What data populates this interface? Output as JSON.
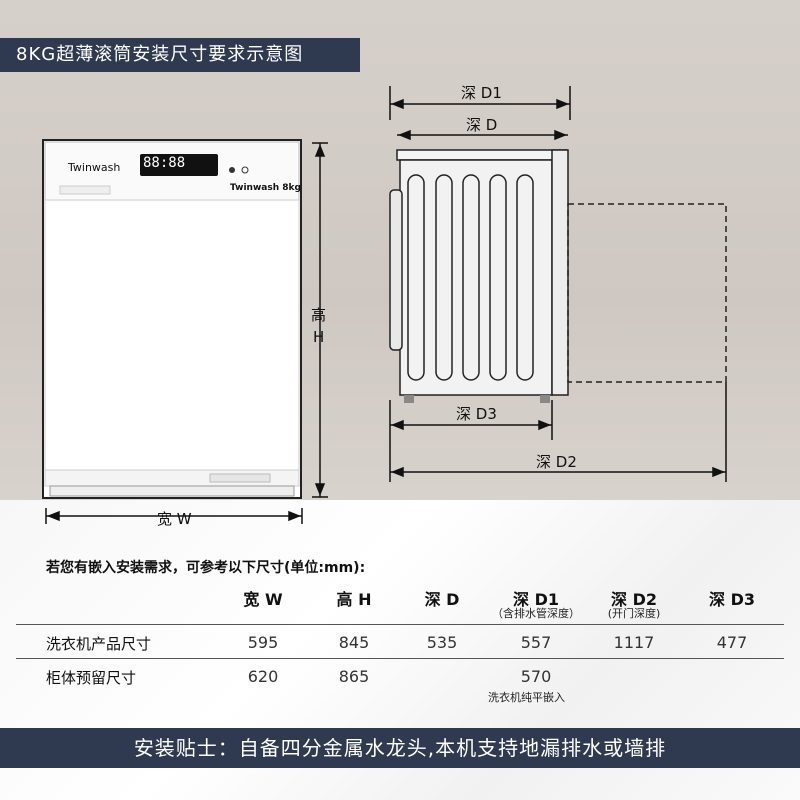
{
  "banner_title": "8KG超薄滚筒安装尺寸要求示意图",
  "machine": {
    "brand": "Twinwash",
    "display": "88:88",
    "capacity_badge": "Twinwash 8kg"
  },
  "dimensions": {
    "width_label": "宽 W",
    "height_label_cn": "高",
    "height_label_en": "H",
    "d1_label": "深 D1",
    "d_label": "深 D",
    "d3_label": "深 D3",
    "d2_label": "深 D2"
  },
  "table": {
    "intro": "若您有嵌入安装需求，可参考以下尺寸(单位:mm):",
    "headers": [
      {
        "label": "宽 W",
        "sub": ""
      },
      {
        "label": "高 H",
        "sub": ""
      },
      {
        "label": "深 D",
        "sub": ""
      },
      {
        "label": "深 D1",
        "sub": "（含排水管深度）"
      },
      {
        "label": "深 D2",
        "sub": "(开门深度)"
      },
      {
        "label": "深 D3",
        "sub": ""
      }
    ],
    "rows": [
      {
        "label": "洗衣机产品尺寸",
        "values": [
          "595",
          "845",
          "535",
          "557",
          "1117",
          "477"
        ]
      },
      {
        "label": "柜体预留尺寸",
        "values": [
          "620",
          "865",
          "",
          "570",
          "",
          ""
        ],
        "note": "洗衣机纯平嵌入"
      }
    ]
  },
  "footer_tip": "安装贴士：自备四分金属水龙头,本机支持地漏排水或墙排",
  "colors": {
    "banner": "#2f3950",
    "background_top": "#d3cdc8"
  }
}
